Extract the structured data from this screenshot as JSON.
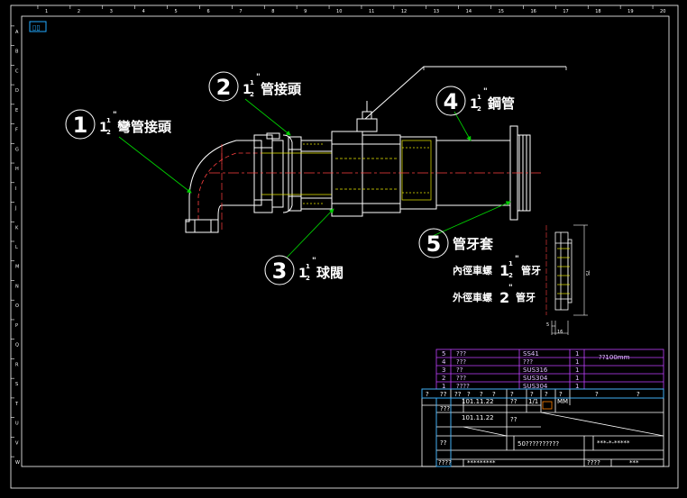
{
  "app_badge": "▯▯",
  "ruler_top": [
    "1",
    "2",
    "3",
    "4",
    "5",
    "6",
    "7",
    "8",
    "9",
    "10",
    "11",
    "12",
    "13",
    "14",
    "15",
    "16",
    "17",
    "18",
    "19",
    "20"
  ],
  "ruler_left": [
    "A",
    "B",
    "C",
    "D",
    "E",
    "F",
    "G",
    "H",
    "I",
    "J",
    "K",
    "L",
    "M",
    "N",
    "O",
    "P",
    "Q",
    "R",
    "S",
    "T",
    "U",
    "V",
    "W"
  ],
  "callouts": [
    {
      "num": "1",
      "frac_whole": "1",
      "label": "彎管接頭"
    },
    {
      "num": "2",
      "frac_whole": "1",
      "label": "管接頭"
    },
    {
      "num": "3",
      "frac_whole": "1",
      "label": "球閥"
    },
    {
      "num": "4",
      "frac_whole": "1",
      "label": "鋼管"
    },
    {
      "num": "5",
      "frac_whole": "",
      "label": "管牙套"
    }
  ],
  "fraction": {
    "num": "1",
    "den": "2",
    "inch_mark": "\""
  },
  "thread_notes": [
    {
      "prefix": "內徑車螺",
      "whole": "1",
      "suffix": "管牙"
    },
    {
      "prefix": "外徑車螺",
      "whole": "2",
      "suffix": "管牙"
    }
  ],
  "detail_dims": {
    "height": "75",
    "gap": "5",
    "width": "16"
  },
  "bom": [
    {
      "no": "5",
      "name": "???",
      "material": "SS41",
      "qty": "1",
      "note": "??100mm"
    },
    {
      "no": "4",
      "name": "???",
      "material": "???",
      "qty": "1",
      "note": ""
    },
    {
      "no": "3",
      "name": "??",
      "material": "SUS316",
      "qty": "1",
      "note": ""
    },
    {
      "no": "2",
      "name": "???",
      "material": "SUS304",
      "qty": "1",
      "note": ""
    },
    {
      "no": "1",
      "name": "????",
      "material": "SUS304",
      "qty": "1",
      "note": ""
    }
  ],
  "title_block": {
    "header_cells": [
      "?",
      "??",
      "??",
      "?",
      "?",
      "?",
      "?",
      "?",
      "?",
      "?",
      "?",
      "?"
    ],
    "date1": "101.11.22",
    "date2": "101.11.22",
    "scale": "1/1",
    "unit": "MM",
    "q1": "??",
    "q2": "???",
    "q3": "??",
    "q4": "??",
    "drawing_name": "50??????????",
    "drawing_no": "***-*-*****",
    "company_label": "????",
    "company": "*********",
    "approver_label": "????",
    "approver": "***"
  }
}
